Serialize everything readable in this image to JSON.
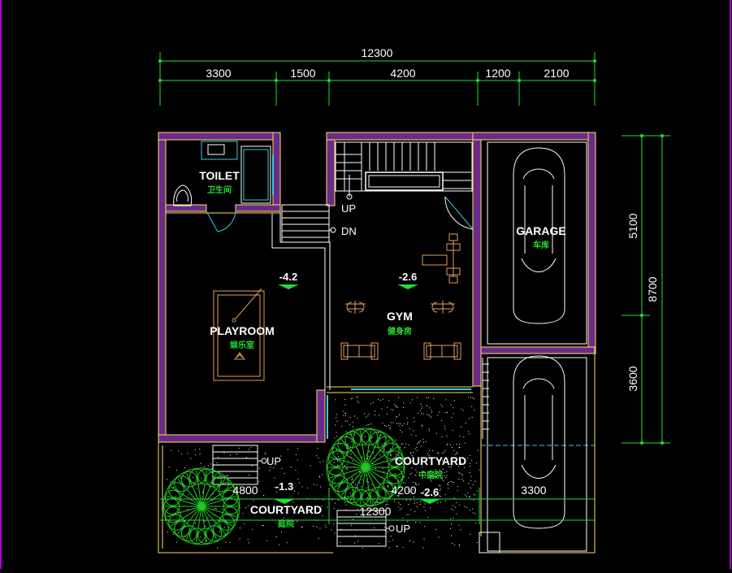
{
  "colors": {
    "background": "#000000",
    "wall": "#6a2a8a",
    "wall_outline": "#ffe060",
    "dimension": "#22dd33",
    "furniture": "#e0a060",
    "stair": "#ffffff",
    "glass": "#40c8e0",
    "tree": "#22cc22"
  },
  "dimensions": {
    "total_width": "12300",
    "seg_1": "3300",
    "seg_2": "1500",
    "seg_3": "4200",
    "seg_4": "1200",
    "seg_5": "2100",
    "right_upper": "5100",
    "right_lower": "3600",
    "right_total": "8700",
    "bottom_1": "4800",
    "bottom_2": "4200",
    "bottom_3": "3300",
    "bottom_total": "12300"
  },
  "rooms": {
    "toilet": {
      "name": "TOILET",
      "sub": "卫生间"
    },
    "playroom": {
      "name": "PLAYROOM",
      "sub": "娱乐室"
    },
    "gym": {
      "name": "GYM",
      "sub": "健身房"
    },
    "garage": {
      "name": "GARAGE",
      "sub": "车库"
    },
    "courtyard_mid": {
      "name": "COURTYARD",
      "sub": "中庭院"
    },
    "courtyard_low": {
      "name": "COURTYARD",
      "sub": "庭院"
    }
  },
  "levels": {
    "playroom": "-4.2",
    "gym": "-2.6",
    "courtyard_low": "-1.3",
    "courtyard_mid": "-2.6"
  },
  "stairs": {
    "gym_up": "UP",
    "gym_dn": "DN",
    "court_up_1": "UP",
    "court_up_2": "UP"
  }
}
